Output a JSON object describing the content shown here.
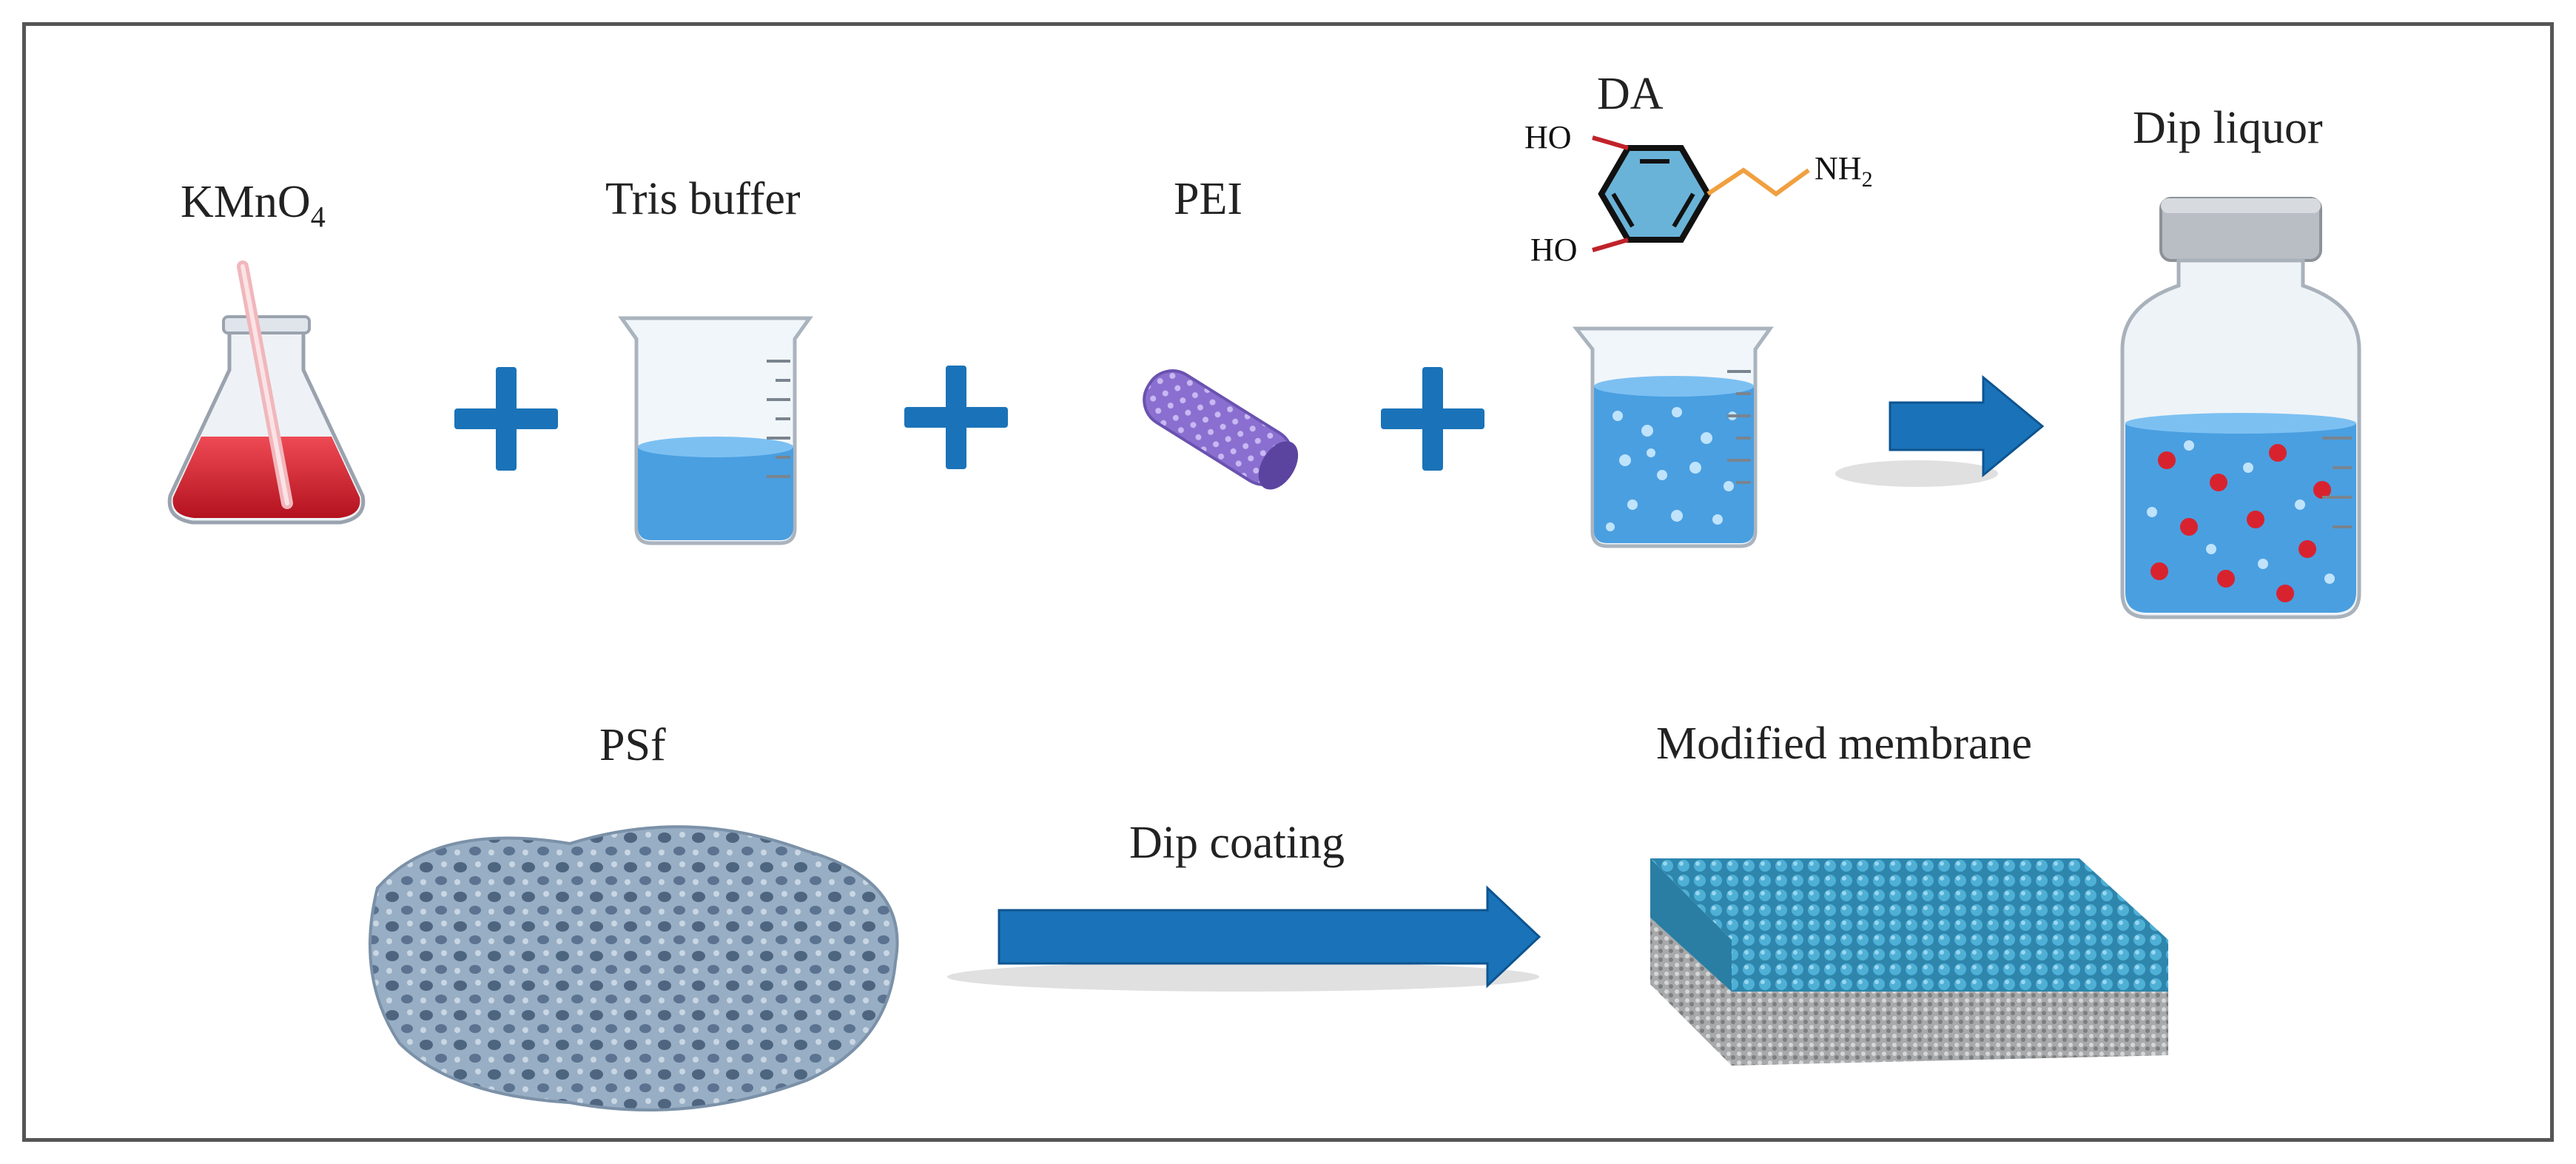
{
  "labels": {
    "kmno4_base": "KMnO",
    "kmno4_sub": "4",
    "tris": "Tris buffer",
    "pei": "PEI",
    "da": "DA",
    "dip_liquor": "Dip liquor",
    "psf": "PSf",
    "dip_coating": "Dip coating",
    "modified_membrane": "Modified membrane"
  },
  "molecule": {
    "ho_top": "HO",
    "ho_bottom": "HO",
    "nh2_base": "NH",
    "nh2_sub": "2"
  },
  "colors": {
    "accent_blue": "#1a73b8",
    "liquid_red": "#d8232f",
    "liquid_blue": "#4a9fe0",
    "pei_purple": "#8a6fd0",
    "membrane_teal": "#3a9bc2",
    "frame": "#555555"
  }
}
